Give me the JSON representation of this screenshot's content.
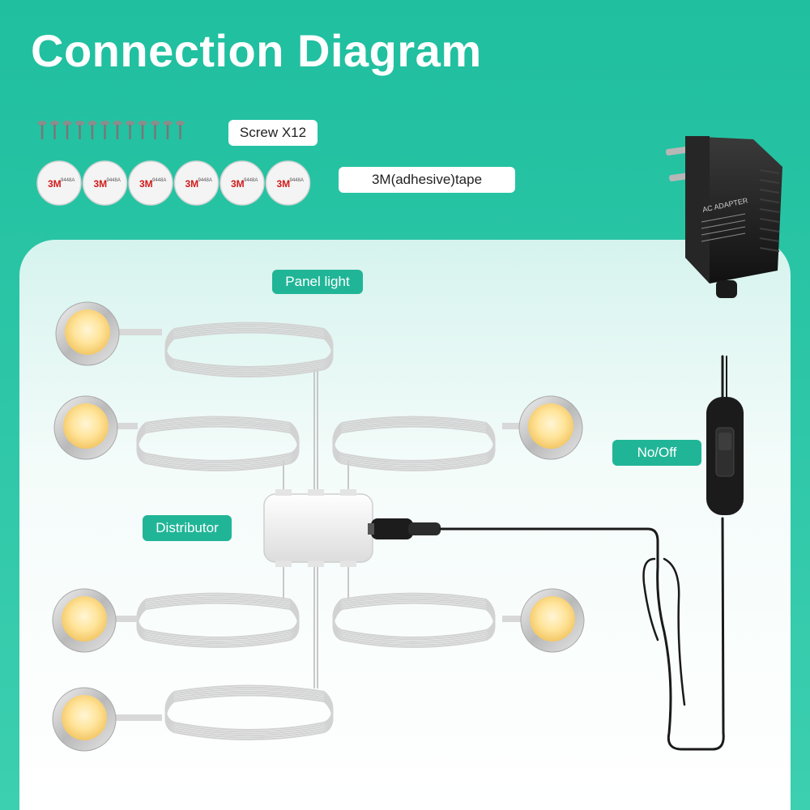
{
  "title": "Connection Diagram",
  "labels": {
    "screw": "Screw X12",
    "tape": "3M(adhesive)tape",
    "panel_light": "Panel light",
    "distributor": "Distributor",
    "switch": "No/Off"
  },
  "tape_brand": "3M",
  "tape_model": "9448A",
  "adapter": {
    "heading": "AC ADAPTER"
  },
  "colors": {
    "teal": "#21b597",
    "header_bg": "#1fbf9f",
    "light_glow": "#ffe9a8",
    "cable": "#1a1a1a"
  }
}
